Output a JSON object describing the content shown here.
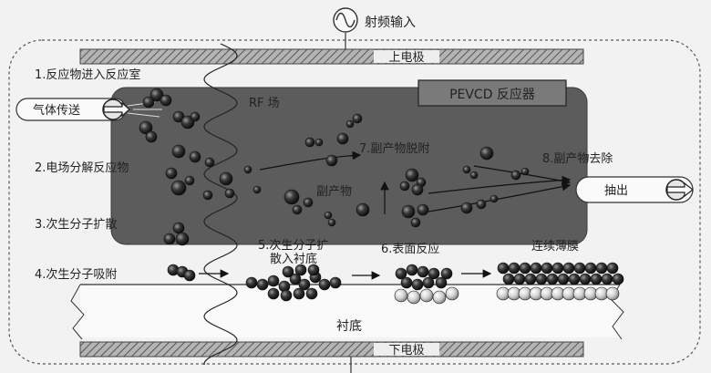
{
  "rf_input": "射频输入",
  "top_electrode": "上电极",
  "bottom_electrode": "下电极",
  "reactor_title": "PEVCD 反应器",
  "rf_field": "RF 场",
  "gas_delivery": "气体传送",
  "exhaust": "抽出",
  "substrate": "衬底",
  "byproduct": "副产物",
  "steps": {
    "s1": "1.反应物进入反应室",
    "s2": "2.电场分解反应物",
    "s3": "3.次生分子扩散",
    "s4": "4.次生分子吸附",
    "s5a": "5.次生分子扩",
    "s5b": "散入衬底",
    "s6": "6.表面反应",
    "s7": "7.副产物脱附",
    "s8": "8.副产物去除",
    "film": "连续薄膜"
  },
  "colors": {
    "background": "#f2f2f2",
    "chamber": "#5c5c5c",
    "electrode": "#9a9a9a",
    "particle_dark": "#2a2a2a",
    "particle_light": "#d9d9d9"
  }
}
